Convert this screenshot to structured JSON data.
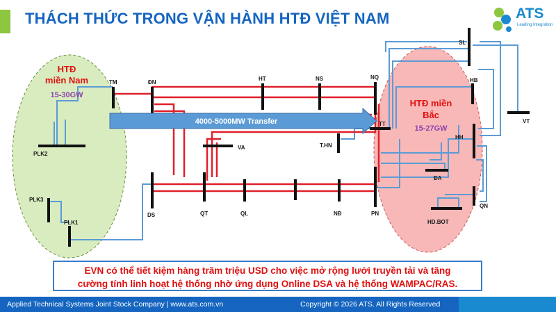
{
  "title": "THÁCH THỨC TRONG VẬN HÀNH HTĐ VIỆT NAM",
  "logo": {
    "text": "ATS",
    "tagline": "Leading Integration",
    "color": "#1a8ad0"
  },
  "regions": {
    "south": {
      "name_line1": "HTĐ",
      "name_line2": "miền Nam",
      "capacity": "15-30GW"
    },
    "north": {
      "name_line1": "HTĐ miền",
      "name_line2": "Bắc",
      "capacity": "15-27GW"
    }
  },
  "transfer": "4000-5000MW Transfer",
  "buses": {
    "TM": "TM",
    "DN": "ĐN",
    "HT": "HT",
    "NS": "NS",
    "NQ": "NQ",
    "VA": "VA",
    "TT": "TT",
    "THN": "T.HN",
    "SL": "SL",
    "HB": "HB",
    "VT": "VT",
    "HH": "HH",
    "DA": "ĐA",
    "QN": "QN",
    "HDBOT": "HD.BOT",
    "PLK2": "PLK2",
    "PLK3": "PLK3",
    "PLK1": "PLK1",
    "DS": "DS",
    "QT": "QT",
    "QL": "QL",
    "ND": "NĐ",
    "PN": "PN"
  },
  "note": {
    "line1": "EVN có thể tiết kiệm hàng trăm triệu USD cho việc mở rộng lưới truyền tải và tăng",
    "line2": "cường tính linh hoạt hệ thống nhờ ứng dụng Online DSA và hệ thống WAMPAC/RAS."
  },
  "footer": {
    "left": "Applied Technical Systems Joint Stock Company  |  www.ats.com.vn",
    "right": "Copyright © 2026 ATS. All Rights Reserved"
  },
  "colors": {
    "title": "#1565c0",
    "line_500kv": "#e0202a",
    "line_220kv": "#5b9bd5",
    "bus": "#111111",
    "south_fill": "#d9ecc0",
    "north_fill": "#f8b8b8",
    "arrow": "#5b9bd5",
    "footer": "#1565c0"
  }
}
